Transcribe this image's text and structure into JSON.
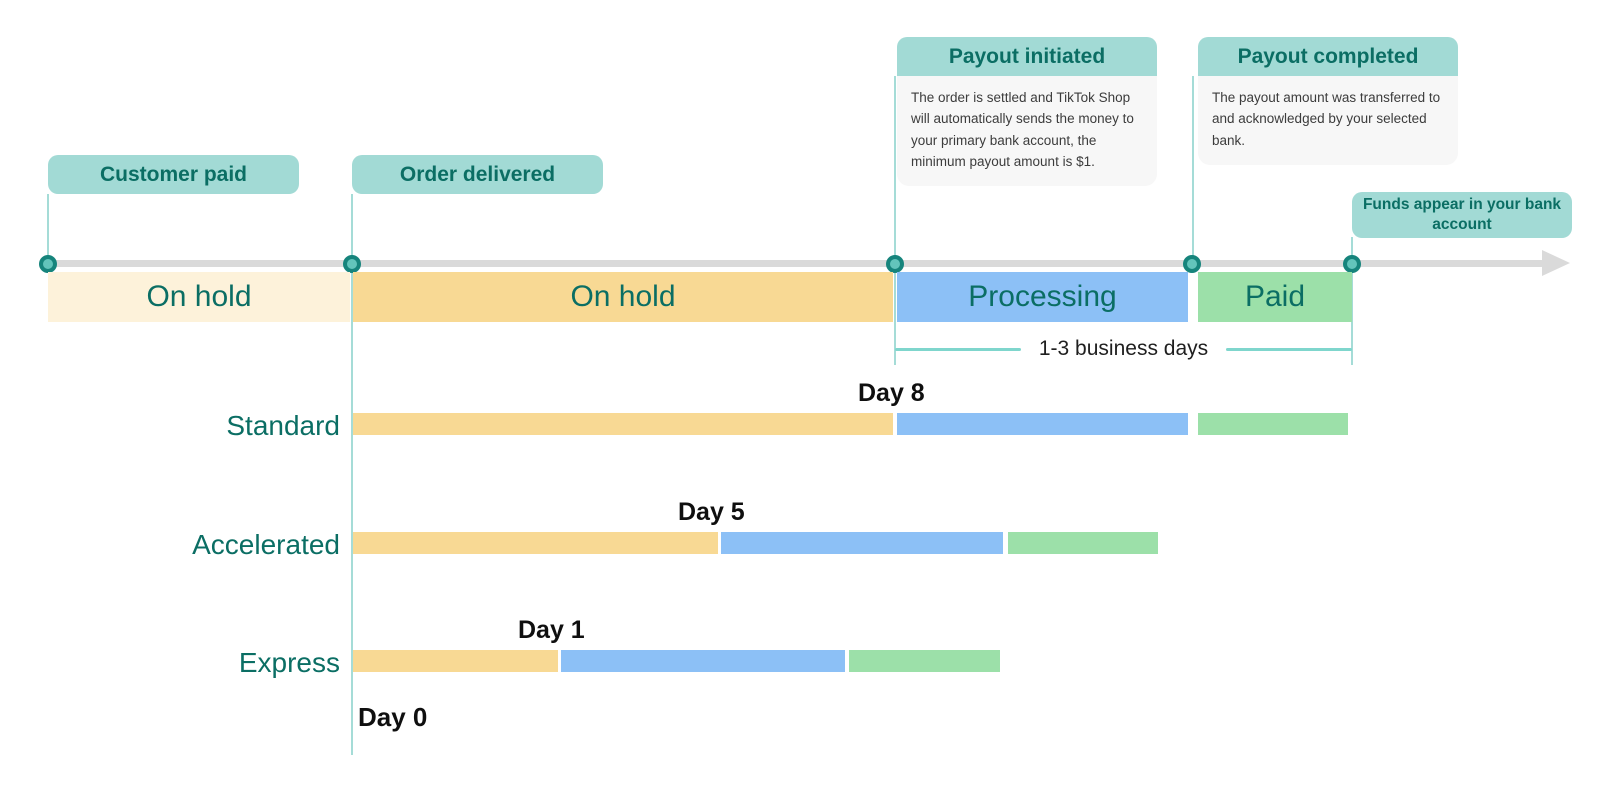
{
  "palette": {
    "teal-pill": "#a2dad5",
    "teal-text": "#0b6e64",
    "cream": "#fdf2da",
    "orange": "#f8d994",
    "blue": "#8cc0f6",
    "green": "#9ce0a9",
    "axis": "#dadada",
    "node-ring": "#16847c",
    "node-fill": "#62c4bb",
    "connector": "#a5dcd7",
    "bracket": "#7fd6cd",
    "card-bg": "#f7f7f7",
    "card-text": "#3c3c3c",
    "day-text": "#0f0f0f"
  },
  "events": [
    {
      "label": "Customer paid"
    },
    {
      "label": "Order delivered"
    },
    {
      "label": "Payout initiated",
      "description": "The order is settled and TikTok Shop will automatically sends the money to your primary bank account, the minimum payout amount is $1."
    },
    {
      "label": "Payout completed",
      "description": "The payout amount was transferred to and acknowledged by your selected bank."
    },
    {
      "label": "Funds appear in your bank account"
    }
  ],
  "status_bar": [
    {
      "label": "On hold"
    },
    {
      "label": "On hold"
    },
    {
      "label": "Processing"
    },
    {
      "label": "Paid"
    }
  ],
  "bracket_label": "1-3 business days",
  "rows": [
    {
      "name": "Standard",
      "day_label": "Day 8"
    },
    {
      "name": "Accelerated",
      "day_label": "Day 5"
    },
    {
      "name": "Express",
      "day_label": "Day 1"
    }
  ],
  "origin_label": "Day 0"
}
